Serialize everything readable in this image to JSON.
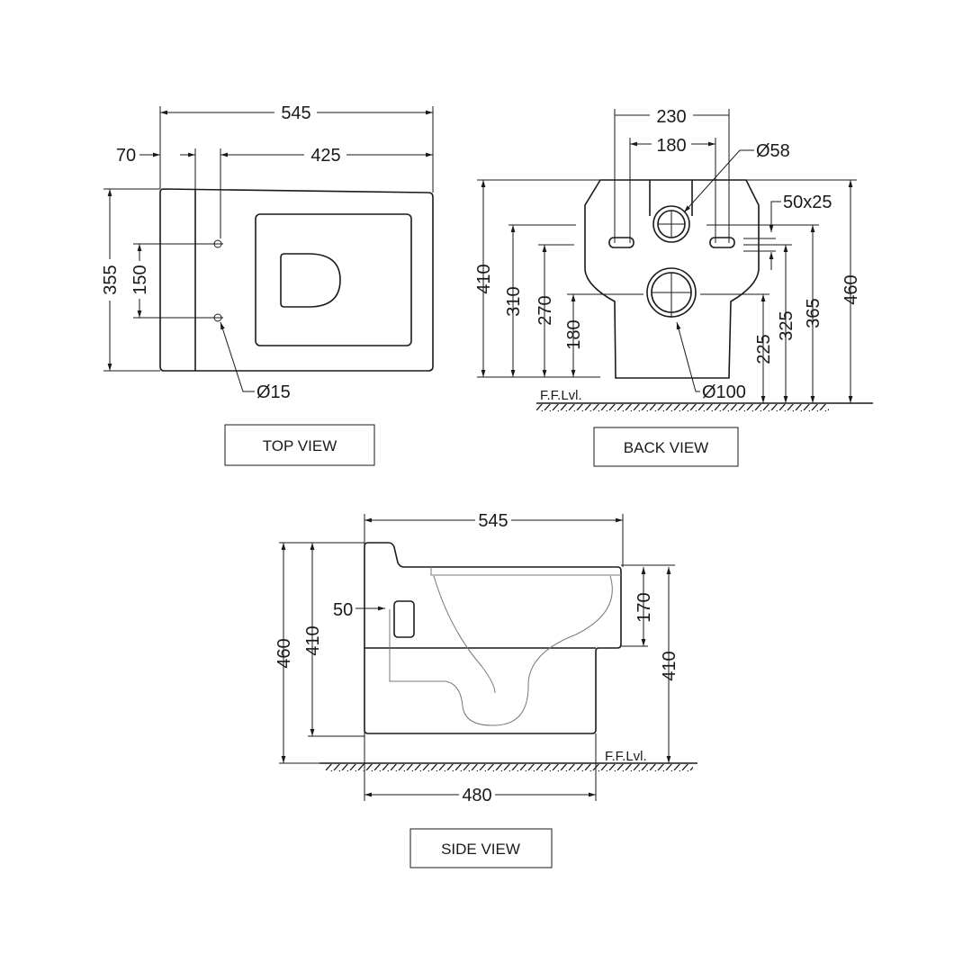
{
  "top_view": {
    "label": "TOP VIEW",
    "dims": {
      "overall_length": "545",
      "back_offset": "70",
      "seat_length": "425",
      "width": "355",
      "hole_spacing": "150",
      "hole_dia": "Ø15"
    }
  },
  "back_view": {
    "label": "BACK VIEW",
    "dims": {
      "bolt_outer": "230",
      "bolt_inner": "180",
      "inlet_dia": "Ø58",
      "slot_size": "50x25",
      "outlet_dia": "Ø100",
      "left_410": "410",
      "left_310": "310",
      "left_270": "270",
      "left_180": "180",
      "right_225": "225",
      "right_325": "325",
      "right_365": "365",
      "right_460": "460"
    },
    "floor_label": "F.F.Lvl."
  },
  "side_view": {
    "label": "SIDE VIEW",
    "dims": {
      "overall_length": "545",
      "projection": "480",
      "total_height": "460",
      "body_height": "410",
      "slot_offset": "50",
      "rim_depth": "170",
      "rim_height": "410"
    },
    "floor_label": "F.F.Lvl."
  }
}
